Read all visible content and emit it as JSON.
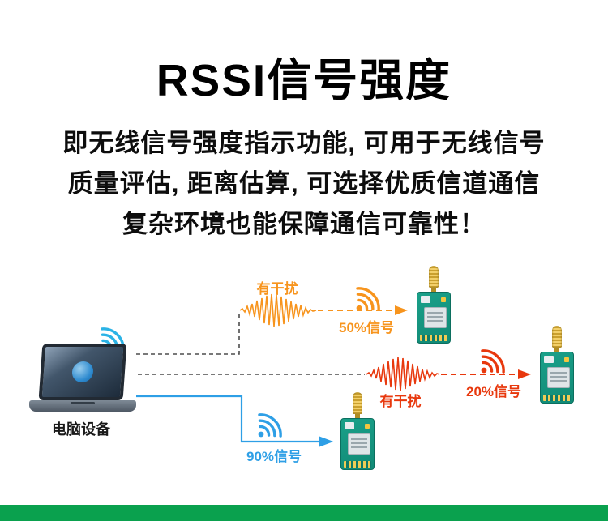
{
  "title": "RSSI信号强度",
  "description": {
    "line1": "即无线信号强度指示功能, 可用于无线信号",
    "line2": "质量评估, 距离估算, 可选择优质信道通信",
    "line3": "复杂环境也能保障通信可靠性！"
  },
  "diagram": {
    "computer_label": "电脑设备",
    "paths": {
      "top": {
        "interference_label": "有干扰",
        "signal_label": "50%信号",
        "color": "#F7941D",
        "style": "dashed"
      },
      "middle": {
        "interference_label": "有干扰",
        "signal_label": "20%信号",
        "color": "#E8380D",
        "style": "dashed"
      },
      "bottom": {
        "signal_label": "90%信号",
        "color": "#2E9FE6",
        "style": "solid"
      }
    }
  },
  "colors": {
    "orange": "#F7941D",
    "red": "#E8380D",
    "blue": "#2E9FE6",
    "wifi_blue": "#2BB3E6",
    "module_teal": "#1AA089",
    "footer_green": "#0AA14E"
  }
}
